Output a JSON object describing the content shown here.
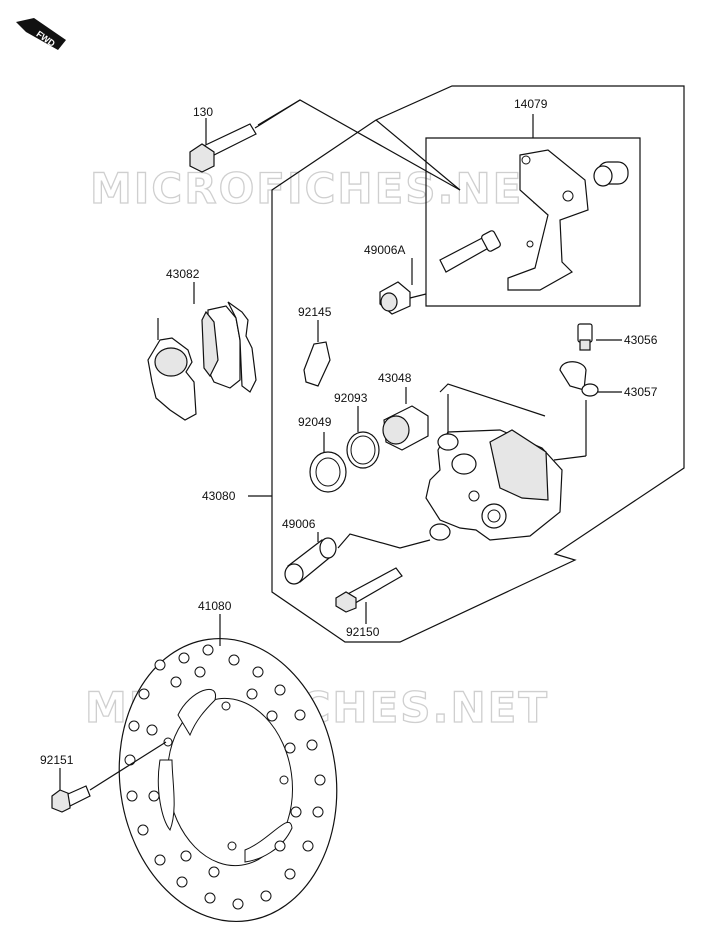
{
  "fwd_label": "FWD",
  "watermark": "MICROFICHES.NET",
  "parts": {
    "p130": "130",
    "p14079": "14079",
    "p49006A": "49006A",
    "p43082": "43082",
    "p92145": "92145",
    "p43056": "43056",
    "p43048": "43048",
    "p43057": "43057",
    "p92093": "92093",
    "p92049": "92049",
    "p43080": "43080",
    "p49006": "49006",
    "p92150": "92150",
    "p41080": "41080",
    "p92151": "92151"
  }
}
